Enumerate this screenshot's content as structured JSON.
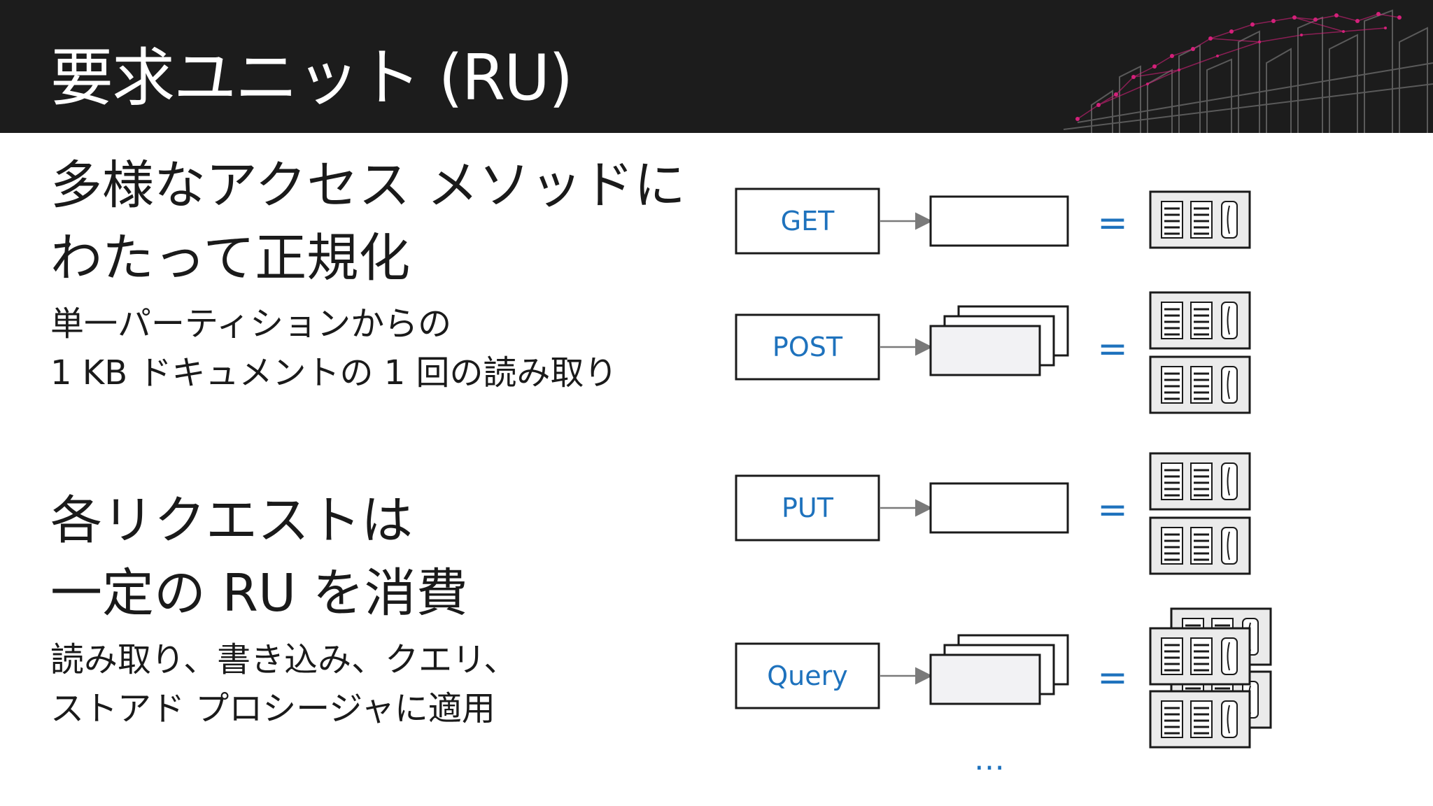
{
  "title": "要求ユニット (RU)",
  "section1": {
    "heading_line1": "多様なアクセス メソッドに",
    "heading_line2": "わたって正規化",
    "sub_line1": "単一パーティションからの",
    "sub_line2": "1 KB ドキュメントの 1 回の読み取り"
  },
  "section2": {
    "heading_line1": "各リクエストは",
    "heading_line2": "一定の RU を消費",
    "sub_line1": "読み取り、書き込み、クエリ、",
    "sub_line2": "ストアド プロシージャに適用"
  },
  "diagram": {
    "rows": [
      {
        "method": "GET",
        "documents": 1,
        "ru_units": 1
      },
      {
        "method": "POST",
        "documents": 3,
        "ru_units": 2
      },
      {
        "method": "PUT",
        "documents": 1,
        "ru_units": 2
      },
      {
        "method": "Query",
        "documents": 3,
        "ru_units": 4
      }
    ],
    "equals_symbol": "=",
    "ellipsis": "…"
  },
  "colors": {
    "header_bg": "#1c1c1c",
    "accent_blue": "#1e72bd",
    "accent_magenta": "#d4207a"
  }
}
